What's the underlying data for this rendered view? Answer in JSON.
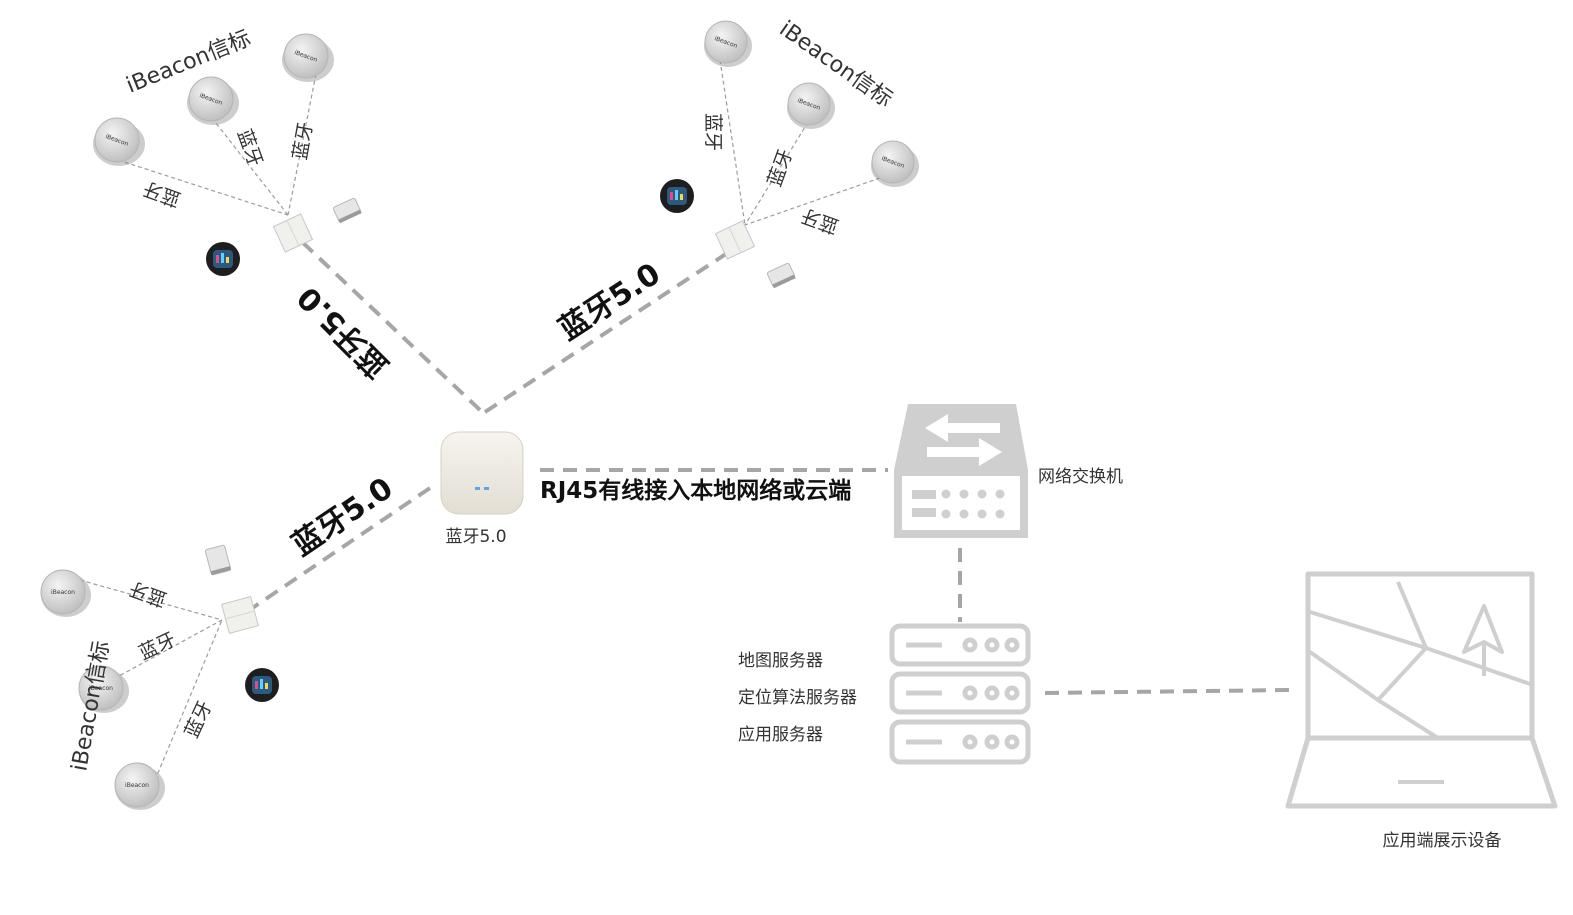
{
  "labels": {
    "beacon_group_top_left": "iBeacon信标",
    "beacon_group_top_right": "iBeacon信标",
    "beacon_group_bottom_left": "iBeacon信标",
    "bt_short": "蓝牙",
    "bt50_link_left": "蓝牙5.0",
    "bt50_link_right": "蓝牙5.0",
    "bt50_link_bottom": "蓝牙5.0",
    "gateway_caption": "蓝牙5.0",
    "rj45_caption": "RJ45有线接入本地网络或云端",
    "switch_caption": "网络交换机",
    "server_map": "地图服务器",
    "server_positioning": "定位算法服务器",
    "server_app": "应用服务器",
    "display_caption": "应用端展示设备",
    "beacon_mark": "iBeacon"
  },
  "colors": {
    "line": "#a6a6a6",
    "device_gray": "#cfcfcf",
    "text": "#333333"
  },
  "icons": [
    "beacon-icon",
    "bluetooth-node-icon",
    "smartwatch-icon",
    "tag-icon",
    "gateway-icon",
    "switch-icon",
    "server-rack-icon",
    "laptop-icon"
  ]
}
